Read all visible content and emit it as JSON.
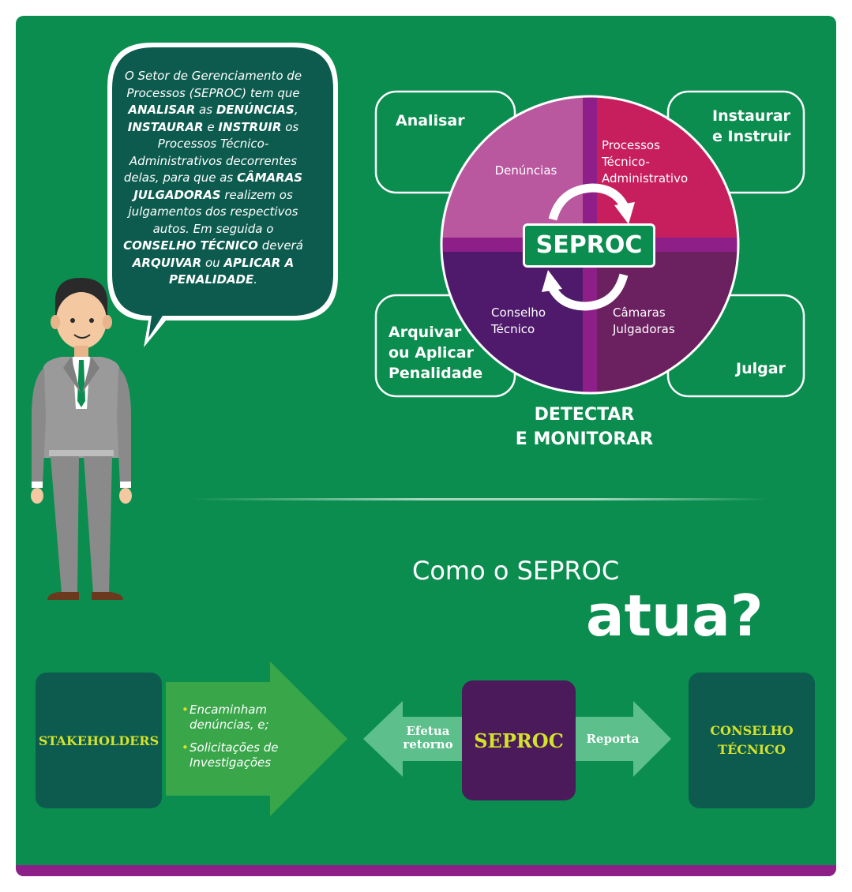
{
  "bubble": {
    "p1": "O Setor de Gerenciamento de Processos (SEPROC) tem que ",
    "k1": "ANALISAR",
    "p2": " as ",
    "k2": "DENÚNCIAS",
    "p3": ", ",
    "k3": "INSTAURAR",
    "p4": " e ",
    "k4": "INSTRUIR",
    "p5": "  os Processos Técnico-Administrativos decorrentes delas, para que as ",
    "k5": "CÂMARAS JULGADORAS",
    "p6": " realizem os julgamentos dos respectivos autos. Em seguida o ",
    "k6": "CONSELHO TÉCNICO",
    "p7": " deverá ",
    "k7": "ARQUIVAR",
    "p8": " ou ",
    "k8": "APLICAR A PENALIDADE",
    "p9": "."
  },
  "cycle": {
    "box_analisar": "Analisar",
    "box_instaurar_1": "Instaurar",
    "box_instaurar_2": "e Instruir",
    "box_arquivar_1": "Arquivar",
    "box_arquivar_2": "ou Aplicar",
    "box_arquivar_3": "Penalidade",
    "box_julgar": "Julgar",
    "seg_denuncias": "Denúncias",
    "seg_processos_1": "Processos",
    "seg_processos_2": "Técnico-",
    "seg_processos_3": "Administrativo",
    "seg_conselho_1": "Conselho",
    "seg_conselho_2": "Técnico",
    "seg_camaras_1": "Câmaras",
    "seg_camaras_2": "Julgadoras",
    "center": "SEPROC",
    "detect_1": "DETECTAR",
    "detect_2": "E MONITORAR",
    "colors": {
      "denuncias": "#b9579f",
      "processos": "#c71f5d",
      "conselho": "#4f1a6b",
      "camaras": "#6b2060",
      "cross": "#8e1f88"
    }
  },
  "question": {
    "line1": "Como o SEPROC",
    "line2": "atua?"
  },
  "flow": {
    "stakeholders": "STAKEHOLDERS",
    "bullet1": "Encaminham denúncias, e;",
    "bullet2": "Solicitações de Investigações",
    "efetua_1": "Efetua",
    "efetua_2": "retorno",
    "seproc": "SEPROC",
    "reporta": "Reporta",
    "conselho_1": "CONSELHO",
    "conselho_2": "TÉCNICO"
  }
}
